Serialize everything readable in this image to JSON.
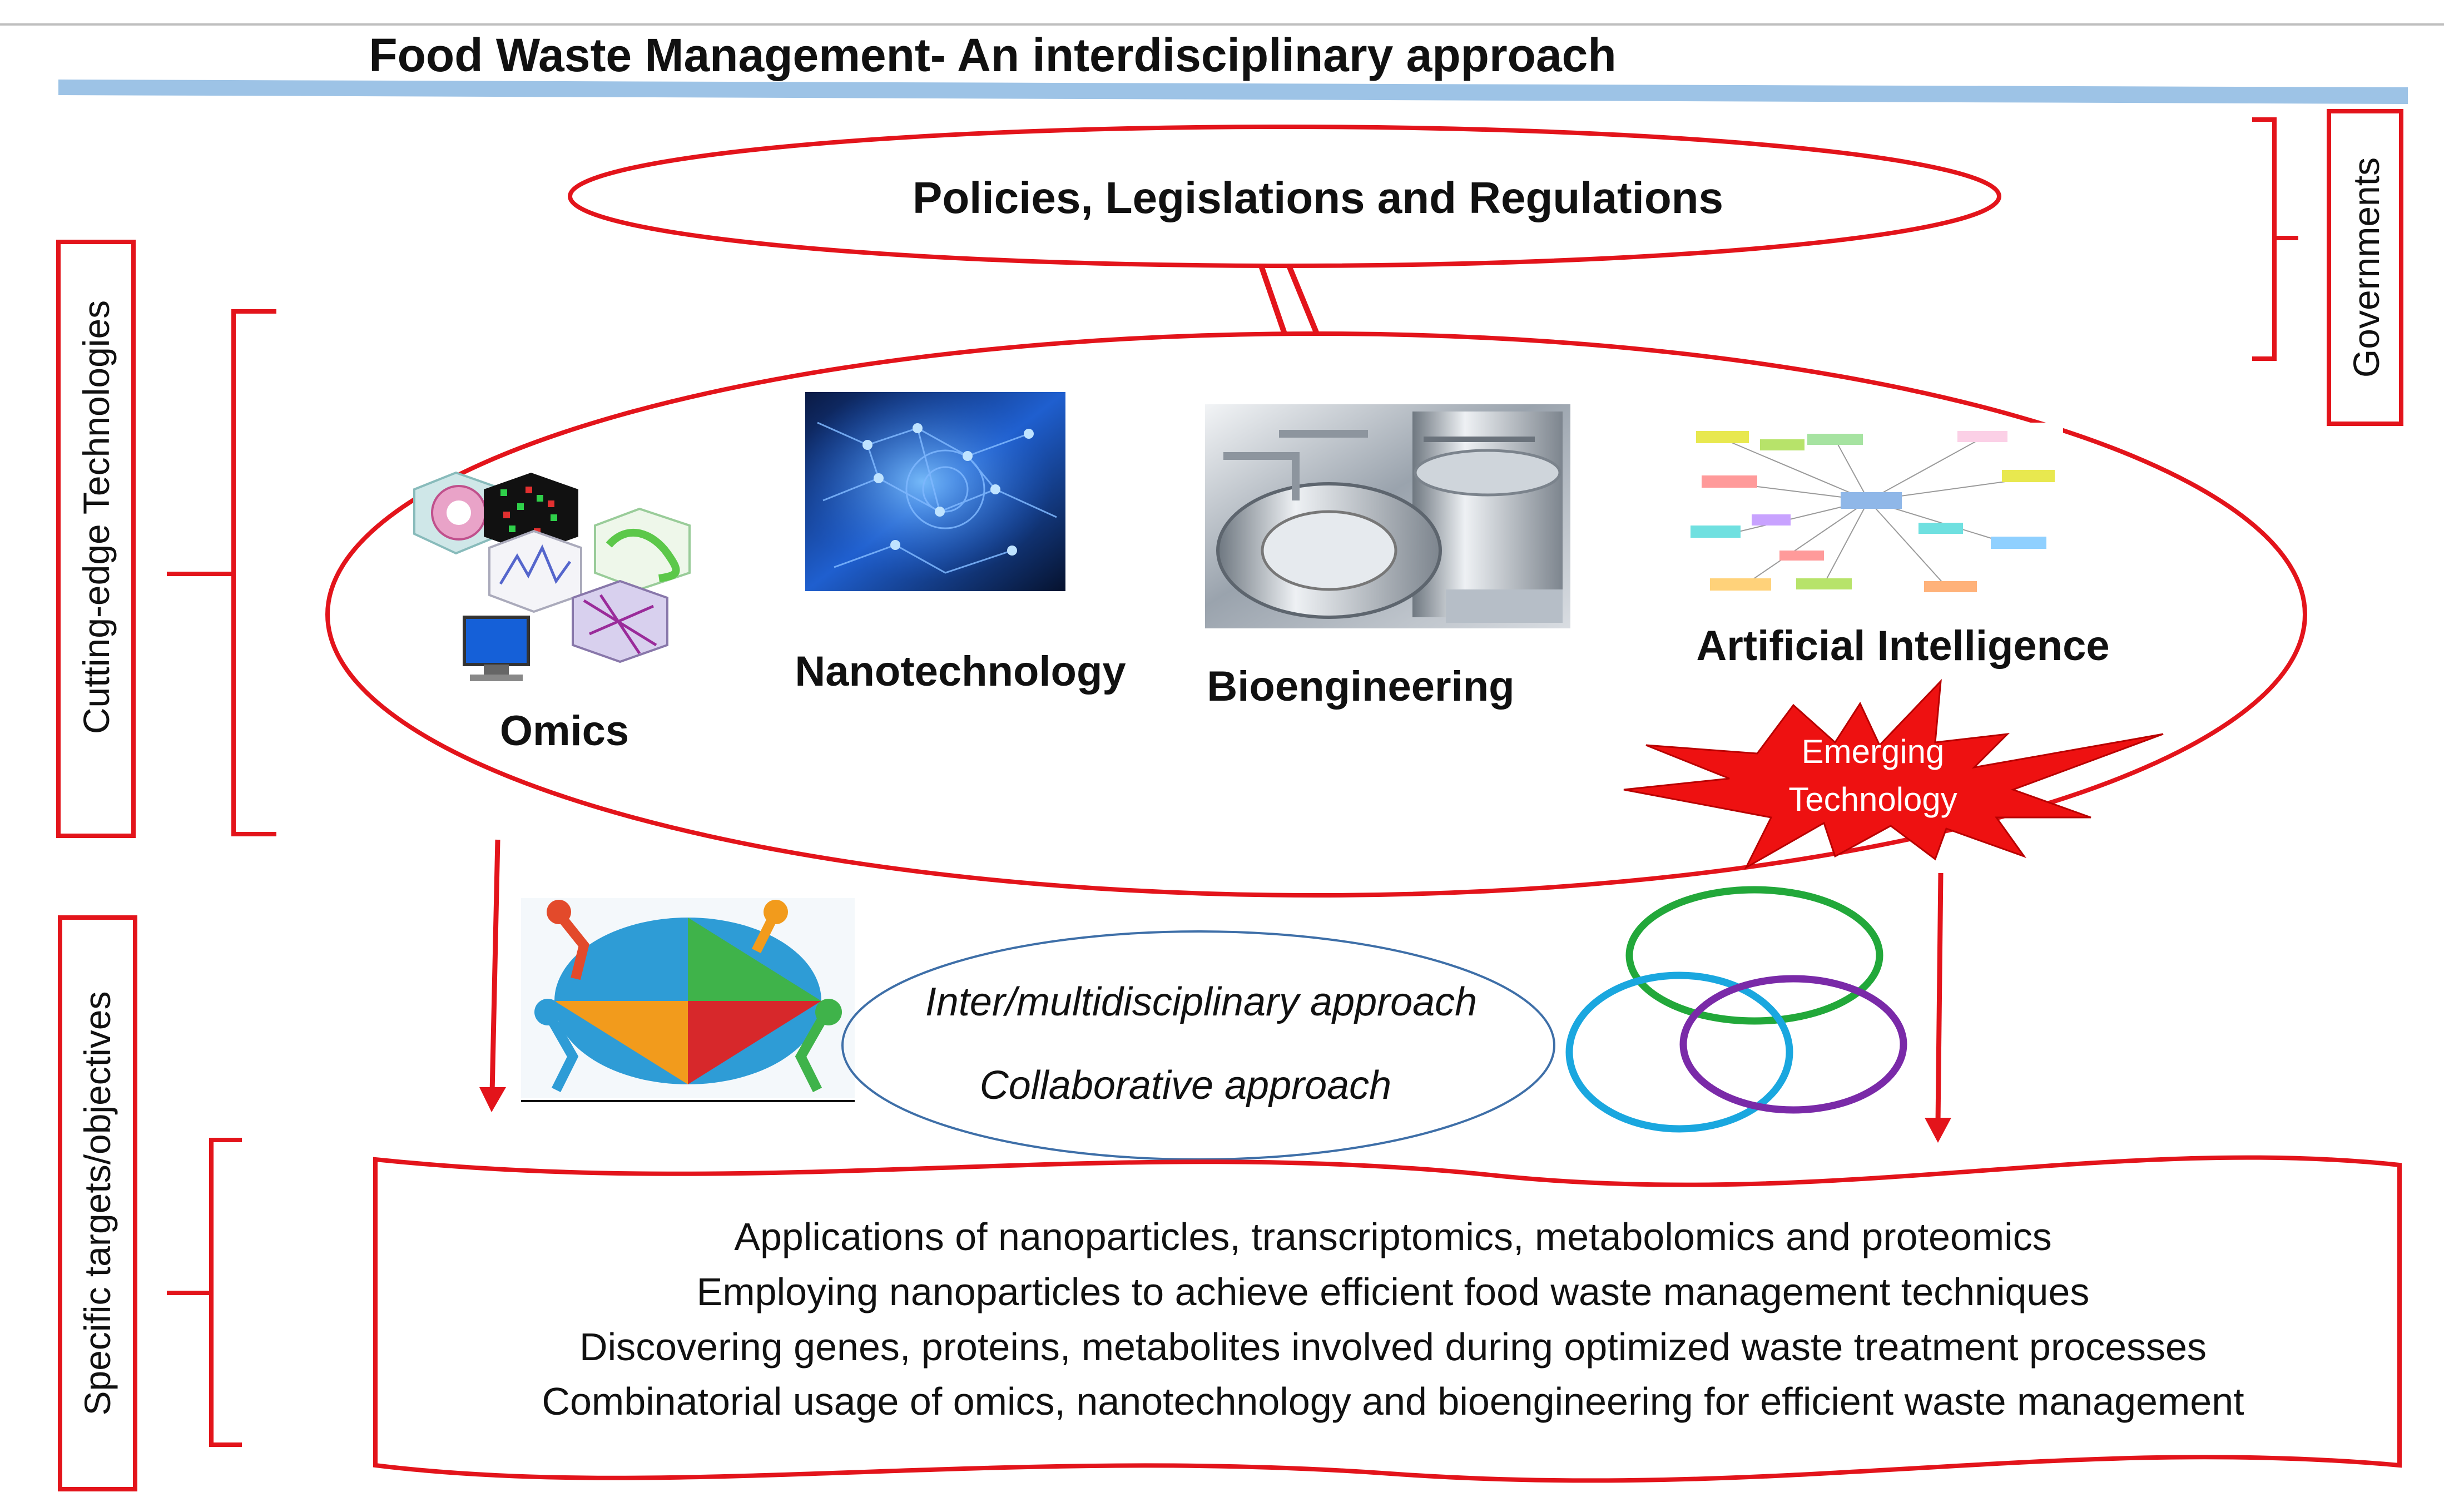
{
  "title": "Food Waste Management- An interdisciplinary approach",
  "policies": "Policies, Legislations and Regulations",
  "side_labels": {
    "governments": "Governments",
    "technologies": "Cutting-edge Technologies",
    "targets": "Specific targets/objectives"
  },
  "technologies": {
    "omics": "Omics",
    "nanotechnology": "Nanotechnology",
    "bioengineering": "Bioengineering",
    "ai": "Artificial Intelligence"
  },
  "emerging": {
    "line1": "Emerging",
    "line2": "Technology"
  },
  "approach": {
    "line1": "Inter/multidisciplinary approach",
    "line2": "Collaborative approach"
  },
  "objectives": [
    "Applications of nanoparticles, transcriptomics, metabolomics and proteomics",
    "Employing nanoparticles to achieve efficient food waste management techniques",
    "Discovering genes, proteins, metabolites involved during optimized waste treatment processes",
    "Combinatorial usage of omics, nanotechnology and bioengineering for efficient waste management"
  ],
  "colors": {
    "accent_red": "#e3141b",
    "title_bar": "#9dc3e6",
    "venn_green": "#22a83a",
    "venn_cyan": "#1aa7df",
    "venn_purple": "#7a2aa8",
    "approach_outline": "#3e6fa8",
    "starburst": "#ee1111"
  }
}
